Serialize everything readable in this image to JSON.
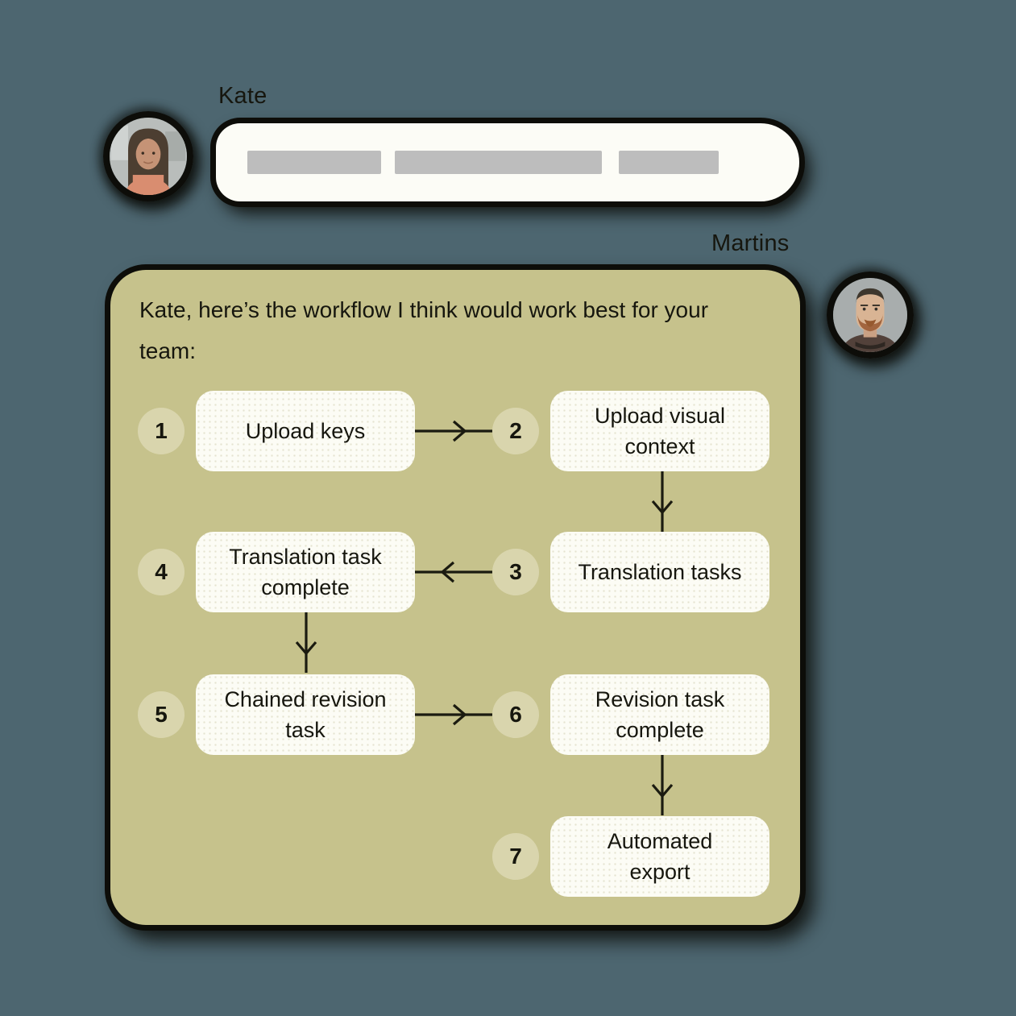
{
  "colors": {
    "background": "#4d6670",
    "bubble_olive": "#c6c28c",
    "badge": "#d9d5ad",
    "box_white": "#fcfcf5",
    "bubble_white": "#fcfcf6",
    "ink": "#16160e",
    "skeleton_bar": "#bdbdbd",
    "outline": "#0d0d09",
    "arrow": "#1b1b10"
  },
  "kate": {
    "name": "Kate",
    "bubble": {
      "skeleton_bar_count": 3
    }
  },
  "martins": {
    "name": "Martins",
    "message": "Kate, here’s the workflow I think would work best for your team:"
  },
  "flowchart": {
    "steps": [
      {
        "number": "1",
        "lines": [
          "Upload keys",
          ""
        ]
      },
      {
        "number": "2",
        "lines": [
          "Upload visual",
          "context"
        ]
      },
      {
        "number": "3",
        "lines": [
          "Translation tasks",
          ""
        ]
      },
      {
        "number": "4",
        "lines": [
          "Translation task",
          "complete"
        ]
      },
      {
        "number": "5",
        "lines": [
          "Chained revision",
          "task"
        ]
      },
      {
        "number": "6",
        "lines": [
          "Revision task",
          "complete"
        ]
      },
      {
        "number": "7",
        "lines": [
          "Automated",
          "export"
        ]
      }
    ],
    "connections": [
      {
        "from": "1",
        "to": "2",
        "direction": "right"
      },
      {
        "from": "2",
        "to": "3",
        "direction": "down"
      },
      {
        "from": "3",
        "to": "4",
        "direction": "left"
      },
      {
        "from": "4",
        "to": "5",
        "direction": "down"
      },
      {
        "from": "5",
        "to": "6",
        "direction": "right"
      },
      {
        "from": "6",
        "to": "7",
        "direction": "down"
      }
    ]
  }
}
